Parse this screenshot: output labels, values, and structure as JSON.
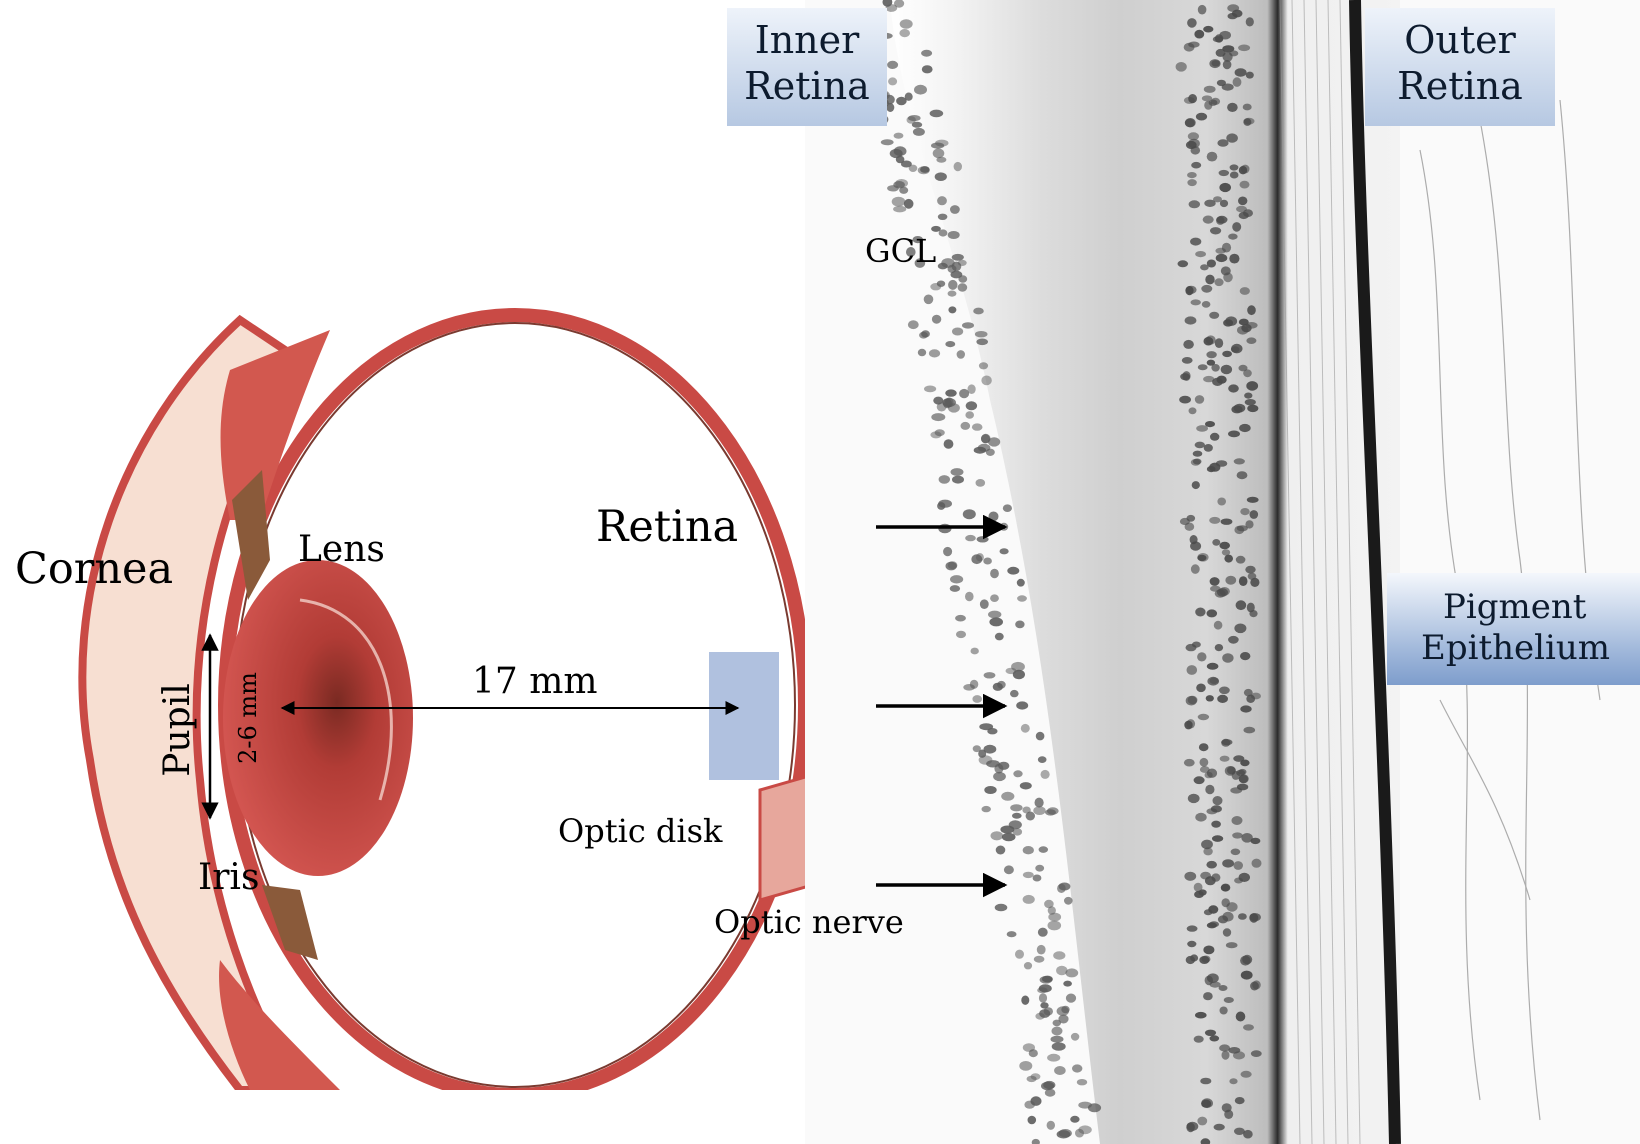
{
  "eye": {
    "cornea": "Cornea",
    "lens": "Lens",
    "pupil": "Pupil",
    "pupil_size": "2-6 mm",
    "iris": "Iris",
    "retina": "Retina",
    "distance": "17 mm",
    "optic_disk": "Optic disk",
    "optic_nerve": "Optic nerve"
  },
  "histology": {
    "inner_retina": [
      "Inner",
      "Retina"
    ],
    "outer_retina": [
      "Outer",
      "Retina"
    ],
    "gcl": "GCL",
    "pigment": [
      "Pigment",
      "Epithelium"
    ]
  },
  "colors": {
    "tissue_red": "#c94a45",
    "cornea_cream": "#f7dfd2",
    "highlight": "#8fa6d2",
    "banner": "#b6c8e2"
  }
}
